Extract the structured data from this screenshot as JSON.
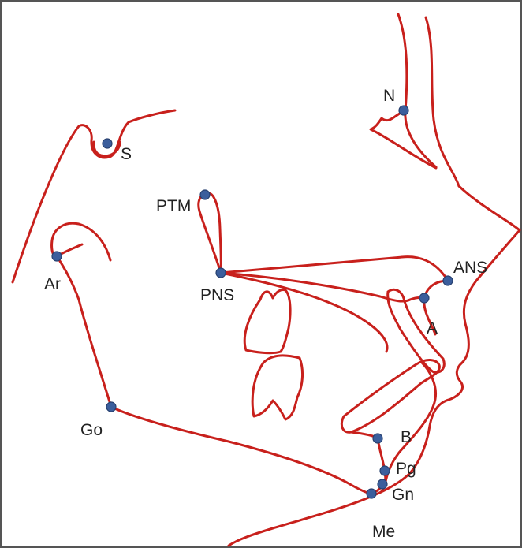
{
  "diagram": {
    "colors": {
      "tracing": "#c8201c",
      "landmark": "#3b5e9c",
      "text": "#222222",
      "border": "#555555"
    },
    "landmarks": [
      {
        "id": "S",
        "label": "S"
      },
      {
        "id": "N",
        "label": "N"
      },
      {
        "id": "PTM",
        "label": "PTM"
      },
      {
        "id": "Ar",
        "label": "Ar"
      },
      {
        "id": "PNS",
        "label": "PNS"
      },
      {
        "id": "ANS",
        "label": "ANS"
      },
      {
        "id": "A",
        "label": "A"
      },
      {
        "id": "Go",
        "label": "Go"
      },
      {
        "id": "B",
        "label": "B"
      },
      {
        "id": "Pg",
        "label": "Pg"
      },
      {
        "id": "Gn",
        "label": "Gn"
      },
      {
        "id": "Me",
        "label": "Me"
      }
    ]
  }
}
